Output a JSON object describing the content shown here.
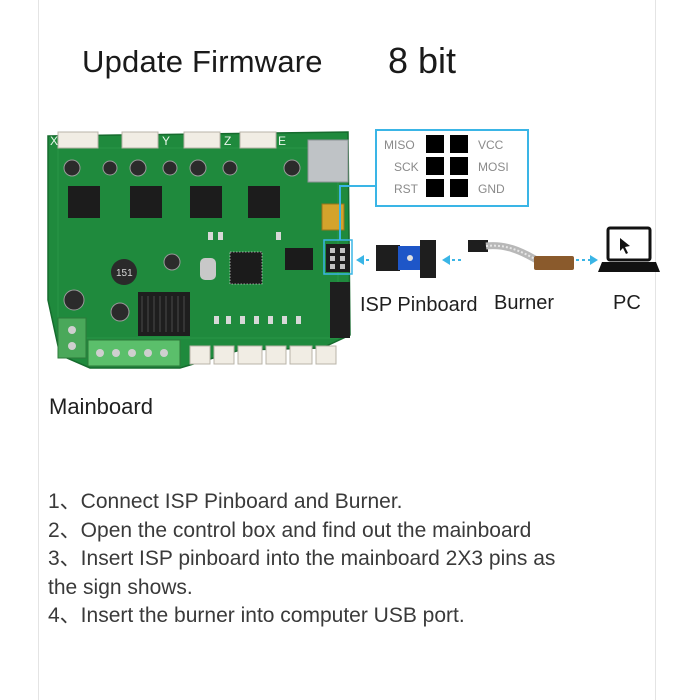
{
  "title": "Update Firmware",
  "subtitle": "8 bit",
  "pinout": {
    "left": [
      "MISO",
      "SCK",
      "RST"
    ],
    "right": [
      "VCC",
      "MOSI",
      "GND"
    ]
  },
  "labels": {
    "isp": "ISP Pinboard",
    "burner": "Burner",
    "pc": "PC",
    "mainboard": "Mainboard"
  },
  "axis_letters": [
    "X",
    "Y",
    "Z",
    "E"
  ],
  "chip_text": "151",
  "steps": [
    "1、Connect ISP Pinboard and Burner.",
    "2、Open the control box and find out the mainboard",
    "3、Insert ISP pinboard into the mainboard 2X3 pins as",
    "the sign shows.",
    "4、Insert the burner into computer USB port."
  ],
  "colors": {
    "board": "#1f8a3d",
    "accent": "#3ab5e6",
    "text": "#1a1a1a"
  }
}
